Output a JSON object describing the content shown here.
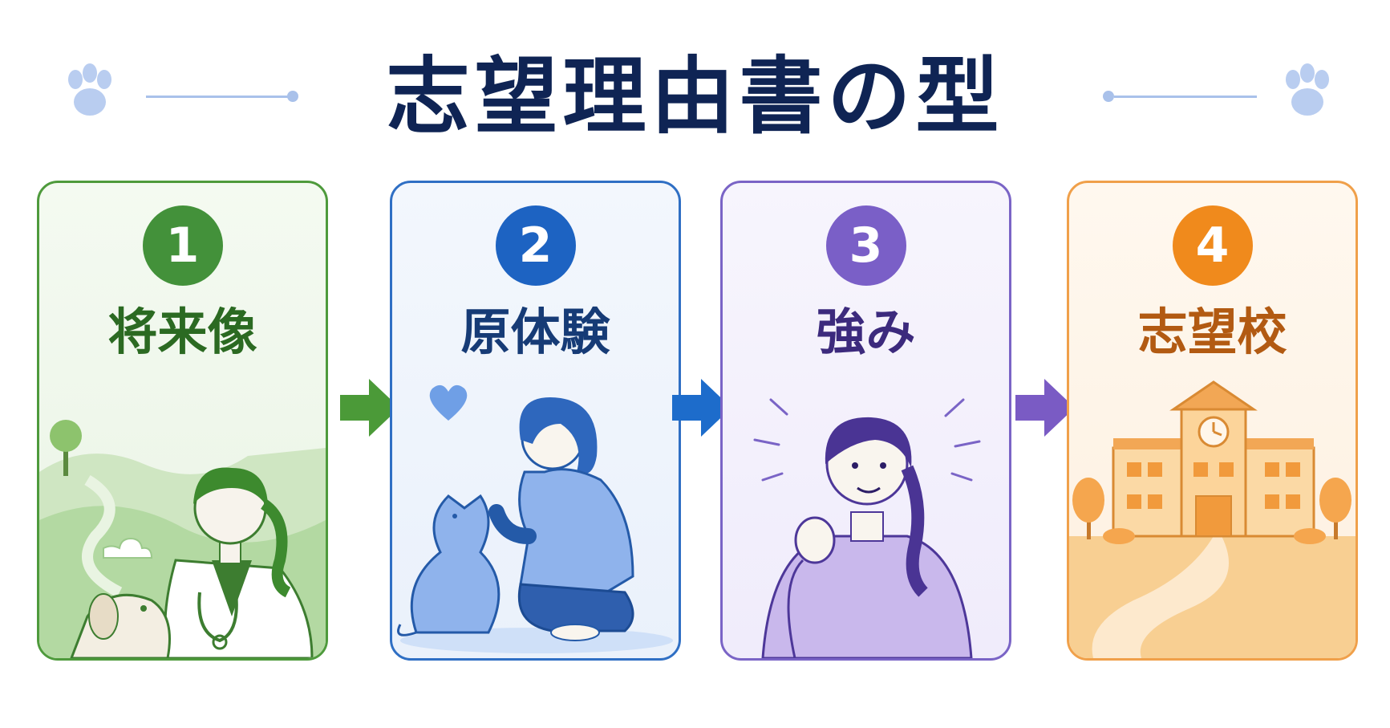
{
  "title": "志望理由書の型",
  "steps": [
    {
      "number": "1",
      "label": "将来像",
      "color": "#43913a"
    },
    {
      "number": "2",
      "label": "原体験",
      "color": "#1d63c2"
    },
    {
      "number": "3",
      "label": "強み",
      "color": "#7a5fc7"
    },
    {
      "number": "4",
      "label": "志望校",
      "color": "#f08a1c"
    }
  ],
  "icons": {
    "decoration": "paw-print-icon",
    "connector": "arrow-right-icon"
  }
}
